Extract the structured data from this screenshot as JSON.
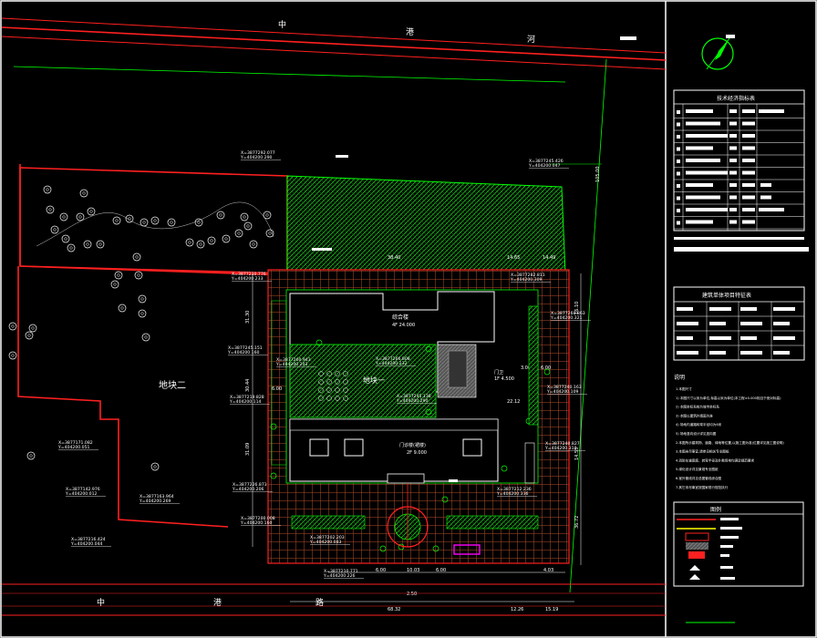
{
  "drawing": {
    "road_top": [
      "中",
      "港",
      "河"
    ],
    "road_bottom": [
      "中",
      "港",
      "路"
    ],
    "plot_label": "地块二",
    "center_label": "地块一",
    "drawing_title": "总平面布置图",
    "dims": {
      "top_a": "38.40",
      "top_b": "14.65",
      "top_c": "14.49",
      "left_a": "31.30",
      "left_b": "30.44",
      "left_c": "31.09",
      "right_a": "16.10",
      "right_b": "14.55",
      "right_c": "36.72",
      "inner_a": "6.00",
      "inner_b": "3.00",
      "inner_c": "6.00",
      "inner_d": "22.12",
      "bottom_a": "68.32",
      "bottom_b": "12.26",
      "bottom_c": "15.19",
      "side_vertical": "105.00",
      "bottom_small_a": "6.00",
      "bottom_small_b": "10.03",
      "bottom_small_c": "6.00",
      "bottom_small_d": "4.03",
      "bottom_small_e": "2.50"
    },
    "coords": [
      {
        "x": "X=3877292.077",
        "y": "Y=404200.290"
      },
      {
        "x": "X=3877245.426",
        "y": "Y=404200.047"
      },
      {
        "x": "X=3877210.776",
        "y": "Y=404200.233"
      },
      {
        "x": "X=3877282.811",
        "y": "Y=404200.309"
      },
      {
        "x": "X=3877260.863",
        "y": "Y=404200.321"
      },
      {
        "x": "X=3877245.151",
        "y": "Y=404200.160"
      },
      {
        "x": "X=3877260.943",
        "y": "Y=404200.203"
      },
      {
        "x": "X=3877266.808",
        "y": "Y=404200.232"
      },
      {
        "x": "X=3877245.138",
        "y": "Y=404200.290"
      },
      {
        "x": "X=3877240.163",
        "y": "Y=404200.109"
      },
      {
        "x": "X=3877219.828",
        "y": "Y=404200.114"
      },
      {
        "x": "X=3877240.827",
        "y": "Y=404200.318"
      },
      {
        "x": "X=3877226.873",
        "y": "Y=404200.206"
      },
      {
        "x": "X=3877212.236",
        "y": "Y=404200.336"
      },
      {
        "x": "X=3877200.008",
        "y": "Y=404200.160"
      },
      {
        "x": "X=3877171.082",
        "y": "Y=404200.051"
      },
      {
        "x": "X=3877142.976",
        "y": "Y=404200.012"
      },
      {
        "x": "X=3877163.964",
        "y": "Y=404200.269"
      },
      {
        "x": "X=3877216.424",
        "y": "Y=404200.044"
      },
      {
        "x": "X=3877202.203",
        "y": "Y=404200.083"
      },
      {
        "x": "X=3877210.771",
        "y": "Y=404200.226"
      }
    ],
    "building_labels": [
      {
        "name": "综合楼",
        "sub": "4F 24.000"
      },
      {
        "name": "门卫",
        "sub": "1F 4.500"
      },
      {
        "name": "门诊楼(裙楼)",
        "sub": "2F 9.000"
      }
    ]
  },
  "panel": {
    "table1_title": "技术经济指标表",
    "table2_title": "建筑单体项目特征表",
    "notes_title": "说明",
    "notes": [
      "1.本图尺寸",
      "  1) 本图尺寸以米为单位,标高以米为单位(本工程±0.000相当于绝对标高)",
      "  2) 本图坐标系统为城市坐标系",
      "  3) 本图以建筑外墙面为准",
      "  4) 场地内道路转弯半径均为6米",
      "  5) 场地竖向设计详见竖向图",
      "2.本图所示建筑物、道路、绿地等位置,以施工图为准(位置详见施工图说明)",
      "3.本图未尽事宜,请参见相关专业图纸",
      "4.消防车道宽度、转弯半径及扑救场地均满足规范要求",
      "5.绿化设计详见景观专业图纸",
      "6.室外管线详见总图管线综合图",
      "7.其它未尽事宜按国家现行规范执行"
    ],
    "legend_title": "图例"
  },
  "colors": {
    "red": "#ff2020",
    "green": "#00ff00",
    "white": "#ffffff",
    "yellow": "#ffff00",
    "magenta": "#ff00ff",
    "brown": "#b34d2d",
    "gray": "#808080"
  }
}
